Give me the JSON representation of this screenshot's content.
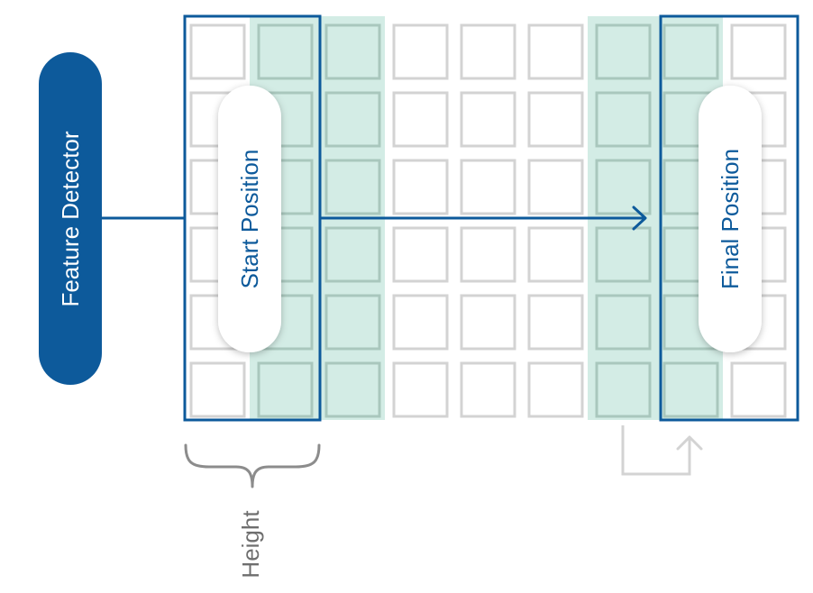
{
  "diagram": {
    "feature_detector_label": "Feature Detector",
    "start_label": "Start Position",
    "final_label": "Final Position",
    "height_label": "Height",
    "grid": {
      "rows": 6,
      "cols": 9
    },
    "highlighted_columns": [
      1,
      2,
      6,
      7
    ],
    "start_window_columns": [
      0,
      1
    ],
    "final_window_columns": [
      7,
      8
    ],
    "colors": {
      "primary": "#0d5a9b",
      "highlight": "#d3ece5",
      "cell_border": "#d3d3d3",
      "cell_border_highlighted": "#a9c7bd",
      "brace": "#8c8c8c",
      "step_arrow": "#d3d3d3",
      "pill_text": "#ffffff"
    }
  }
}
